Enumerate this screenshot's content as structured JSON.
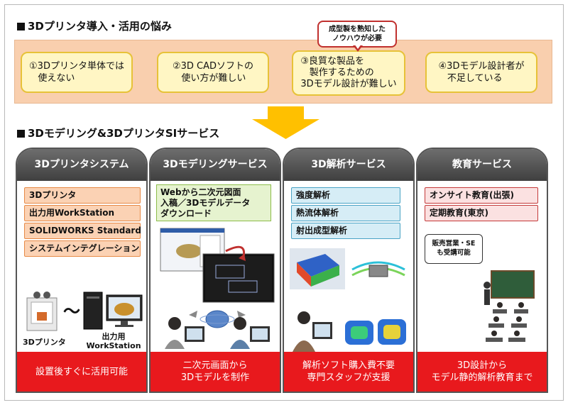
{
  "section1": {
    "heading": "3Dプリンタ導入・活用の悩み"
  },
  "problems": [
    {
      "text": "①3Dプリンタ単体では\n   使えない"
    },
    {
      "text": "②3D CADソフトの\n   使い方が難しい"
    },
    {
      "text": "③良質な製品を\n   製作するための\n3Dモデル設計が難しい"
    },
    {
      "text": "④3Dモデル設計者が\n   不足している"
    }
  ],
  "callout": {
    "text": "成型製を熟知した\nノウハウが必要"
  },
  "section2": {
    "heading": "3Dモデリング&3DプリンタSIサービス"
  },
  "columns": [
    {
      "title": "3Dプリンタシステム",
      "items": [
        "3Dプリンタ",
        "出力用WorkStation",
        "SOLIDWORKS Standard",
        "システムインテグレーション"
      ],
      "caption_printer": "3Dプリンタ",
      "caption_tilde": "〜",
      "caption_workstation": "出力用\nWorkStation",
      "footer": "設置後すぐに活用可能"
    },
    {
      "title": "3Dモデリングサービス",
      "box_text": "Webから二次元図面\n入稿／3Dモデルデータ\nダウンロード",
      "footer": "二次元画面から\n3Dモデルを制作"
    },
    {
      "title": "3D解析サービス",
      "items": [
        "強度解析",
        "熱流体解析",
        "射出成型解析"
      ],
      "footer": "解析ソフト購入費不要\n専門スタッフが支援"
    },
    {
      "title": "教育サービス",
      "items": [
        "オンサイト教育(出張)",
        "定期教育(東京)"
      ],
      "note": "販売営業・SE\nも受講可能",
      "footer": "3D設計から\nモデル静的解析教育まで"
    }
  ],
  "colors": {
    "accent_red": "#e8191d",
    "arrow_yellow": "#ffc000",
    "header_gray": "#4a4a4a"
  }
}
